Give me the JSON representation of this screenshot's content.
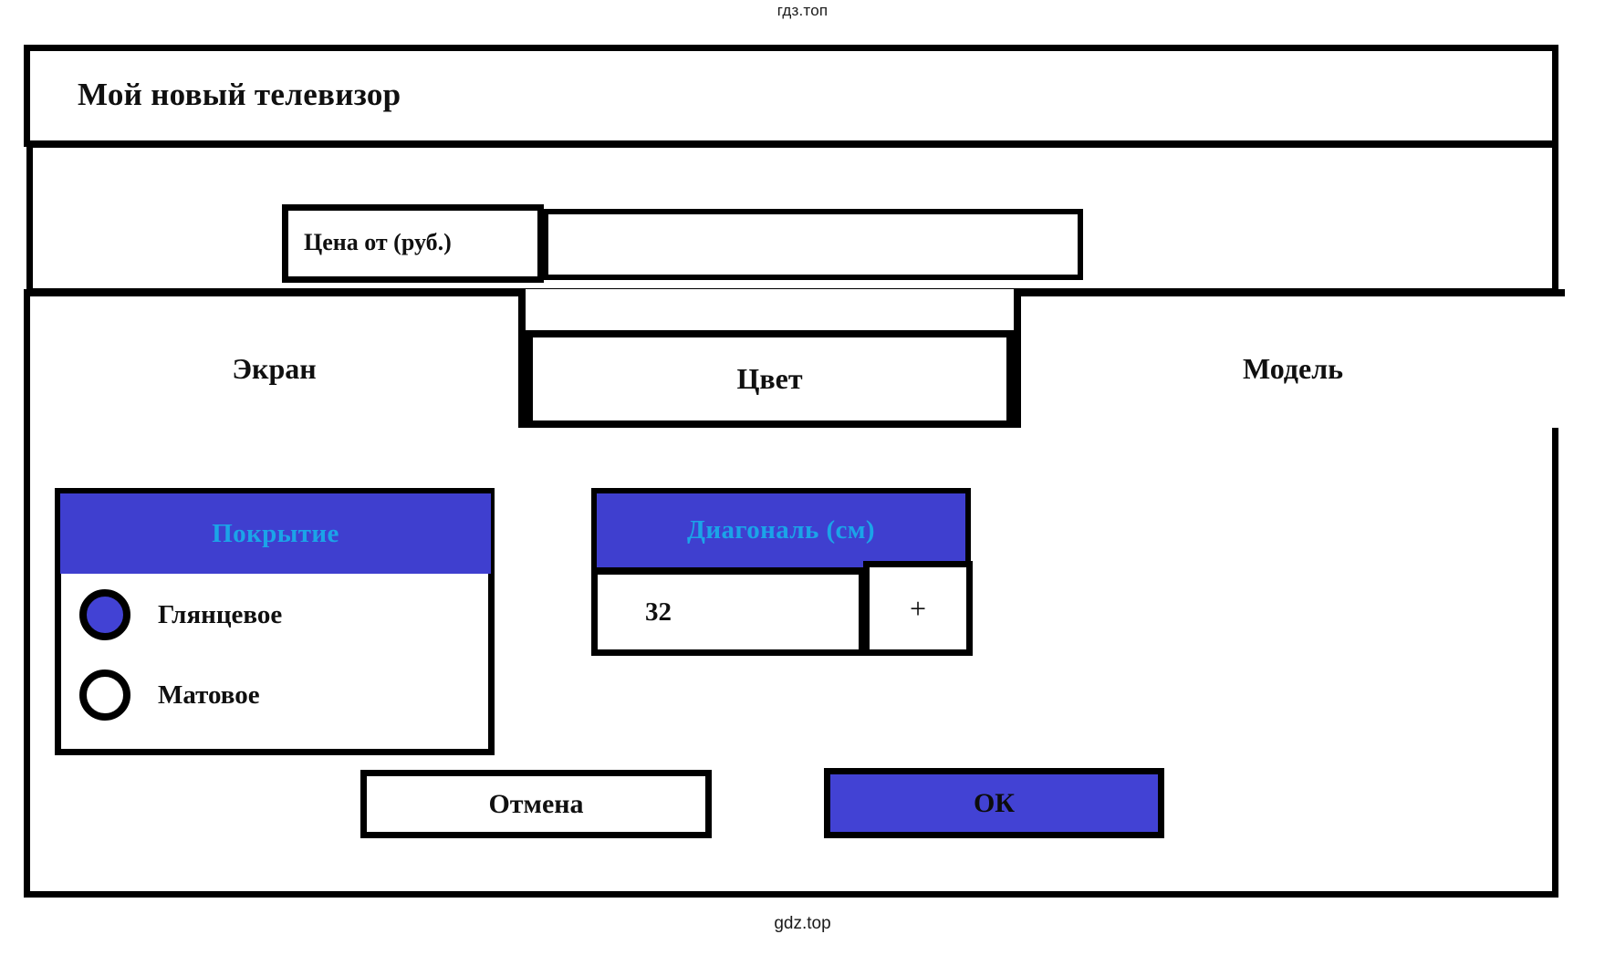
{
  "watermark": {
    "top": "гдз.топ",
    "bottom": "gdz.top"
  },
  "dialog": {
    "title": "Мой новый телевизор",
    "price": {
      "label": "Цена от (руб.)",
      "value": "",
      "placeholder": ""
    },
    "tabs": [
      {
        "id": "screen",
        "label": "Экран",
        "selected": true
      },
      {
        "id": "color",
        "label": "Цвет",
        "selected": false
      },
      {
        "id": "model",
        "label": "Модель",
        "selected": false
      }
    ],
    "coating": {
      "header": "Покрытие",
      "options": [
        {
          "label": "Глянцевое",
          "selected": true
        },
        {
          "label": "Матовое",
          "selected": false
        }
      ]
    },
    "diagonal": {
      "header": "Диагональ (см)",
      "value": "32",
      "increment_label": "+"
    },
    "footer": {
      "cancel_label": "Отмена",
      "ok_label": "ОК"
    },
    "colors": {
      "accent_blue": "#3f3fcf",
      "header_text_cyan": "#1ba4e8",
      "radio_fill": "#4242d4",
      "ok_button": "#4242d4",
      "border": "#000000"
    }
  }
}
